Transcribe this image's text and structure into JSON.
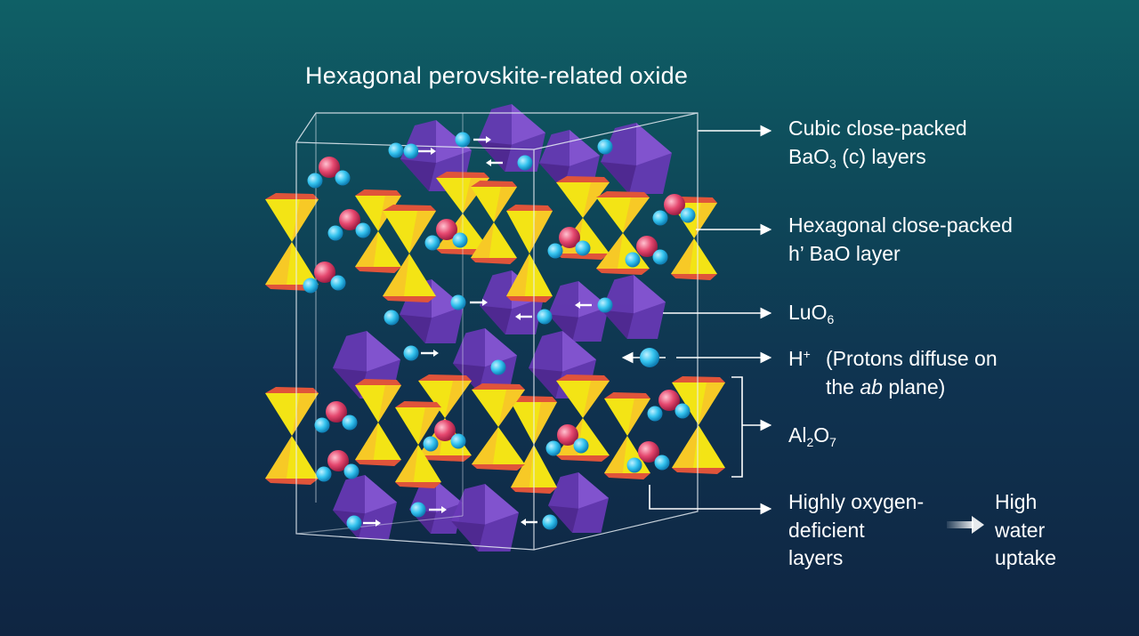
{
  "title": "Hexagonal perovskite-related oxide",
  "labels": {
    "cubic_line1": "Cubic close-packed",
    "cubic_line2_pre": "BaO",
    "cubic_line2_sub": "3",
    "cubic_line2_post": " (c) layers",
    "hex_line1": "Hexagonal close-packed",
    "hex_line2": "h’ BaO layer",
    "luo_pre": "LuO",
    "luo_sub": "6",
    "proton_pre": "H",
    "proton_sup": "+",
    "proton_desc_line1": "(Protons diffuse on",
    "proton_desc_pre": "the ",
    "proton_desc_italic": "ab",
    "proton_desc_post": " plane)",
    "al_a": "Al",
    "al_sub1": "2",
    "al_b": "O",
    "al_sub2": "7",
    "oxy_line1": "Highly oxygen-",
    "oxy_line2": "deficient",
    "oxy_line3": "layers",
    "result_line1": "High",
    "result_line2": "water",
    "result_line3": "uptake"
  },
  "colors": {
    "tetrahedron": "#f3e415",
    "tetrahedron_edge": "#e0543a",
    "octahedron": "#6a38b8",
    "oxygen": "#e5486f",
    "proton": "#35c4ef",
    "arrow": "#ffffff"
  }
}
